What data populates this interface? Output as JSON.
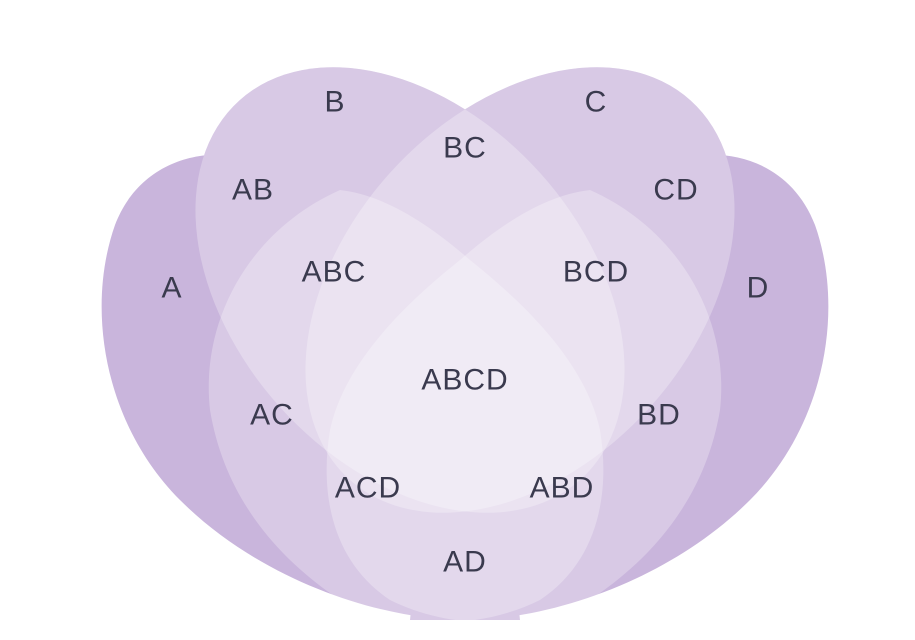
{
  "diagram": {
    "type": "four-set venn diagram",
    "colors": {
      "set_fill": "#c9b5dc",
      "overlap_tint": "#ffffff",
      "label_text": "#3a3a4e"
    },
    "sets": [
      "A",
      "B",
      "C",
      "D"
    ],
    "regions": {
      "A": "A",
      "B": "B",
      "C": "C",
      "D": "D",
      "AB": "AB",
      "BC": "BC",
      "CD": "CD",
      "AC": "AC",
      "BD": "BD",
      "AD": "AD",
      "ABC": "ABC",
      "BCD": "BCD",
      "ACD": "ACD",
      "ABD": "ABD",
      "ABCD": "ABCD"
    }
  }
}
